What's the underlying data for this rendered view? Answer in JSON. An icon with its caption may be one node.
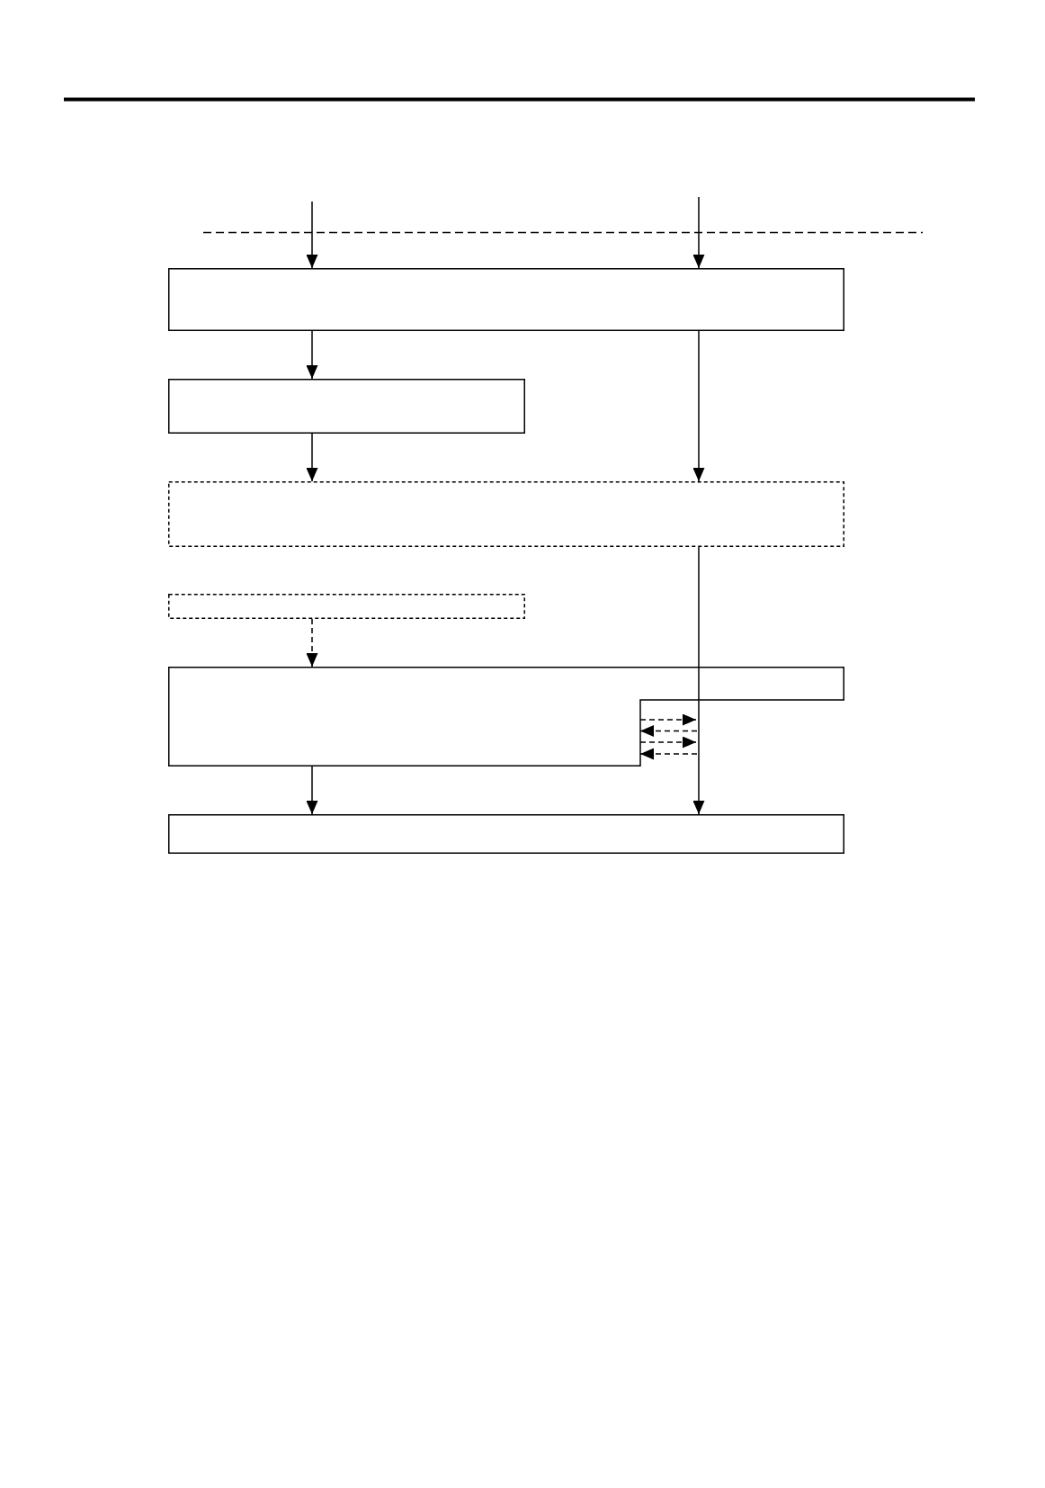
{
  "diagram": {
    "nodes": [
      {
        "text": [],
        "shape": "box"
      },
      {
        "text": [],
        "shape": "box"
      },
      {
        "text": [],
        "shape": "box"
      },
      {
        "text": [],
        "shape": "box"
      },
      {
        "text": [],
        "shape": "box"
      },
      {
        "text": [],
        "shape": "box"
      }
    ],
    "edges": [
      {
        "from": null,
        "to": 0,
        "arrow": "to"
      },
      {
        "from": null,
        "to": 0,
        "arrow": "to"
      },
      {
        "from": 0,
        "to": 1,
        "arrow": "to"
      },
      {
        "from": 0,
        "to": 2,
        "arrow": "to"
      },
      {
        "from": 1,
        "to": 2,
        "arrow": "to"
      },
      {
        "from": 2,
        "to": 4,
        "arrow": "none"
      },
      {
        "from": 3,
        "to": 4,
        "arrow": "to",
        "style": "dashed"
      },
      {
        "from": 4,
        "to": null,
        "arrow": "to",
        "style": "dashed"
      },
      {
        "from": null,
        "to": 4,
        "arrow": "to",
        "style": "dashed"
      },
      {
        "from": 4,
        "to": null,
        "arrow": "to",
        "style": "dashed"
      },
      {
        "from": null,
        "to": 4,
        "arrow": "to",
        "style": "dashed"
      },
      {
        "from": 4,
        "to": 5,
        "arrow": "to"
      },
      {
        "from": 4,
        "to": 5,
        "arrow": "to"
      }
    ]
  }
}
